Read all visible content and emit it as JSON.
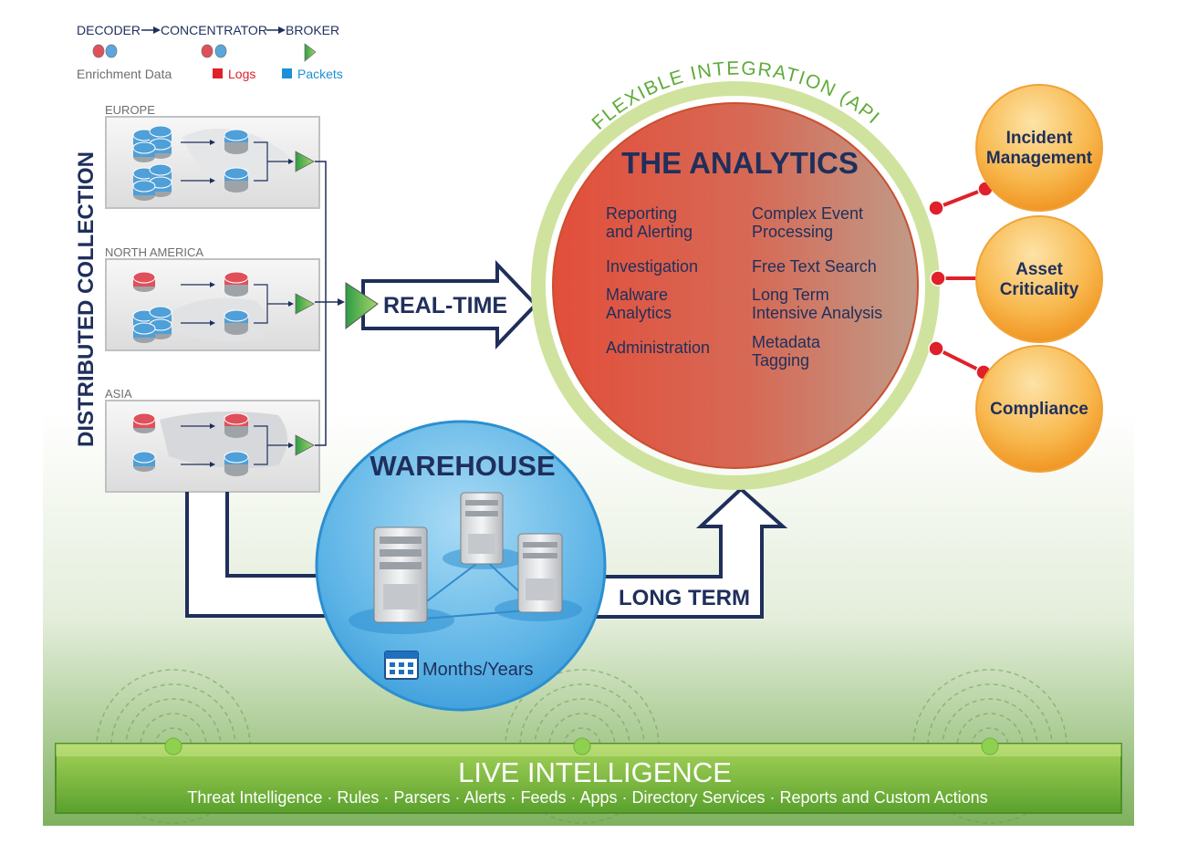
{
  "legend": {
    "decoder": "DECODER",
    "concentrator": "CONCENTRATOR",
    "broker": "BROKER",
    "enrichment": "Enrichment Data",
    "logs": "Logs",
    "packets": "Packets"
  },
  "collection": {
    "vertical_title": "DISTRIBUTED COLLECTION",
    "regions": [
      "EUROPE",
      "NORTH AMERICA",
      "ASIA"
    ]
  },
  "realtime": "REAL-TIME",
  "api_label": "FLEXIBLE INTEGRATION (API)",
  "analytics": {
    "title": "THE ANALYTICS",
    "left": [
      [
        "Reporting",
        "and Alerting"
      ],
      [
        "Investigation"
      ],
      [
        "Malware",
        "Analytics"
      ],
      [
        "Administration"
      ]
    ],
    "right": [
      [
        "Complex Event",
        "Processing"
      ],
      [
        "Free Text Search"
      ],
      [
        "Long Term",
        "Intensive Analysis"
      ],
      [
        "Metadata",
        "Tagging"
      ]
    ]
  },
  "integrations": [
    [
      "Incident",
      "Management"
    ],
    [
      "Asset",
      "Criticality"
    ],
    [
      "Compliance"
    ]
  ],
  "warehouse": {
    "title": "WAREHOUSE",
    "caption": "Months/Years"
  },
  "long_term": "LONG TERM",
  "live": {
    "title": "LIVE INTELLIGENCE",
    "items": "Threat Intelligence · Rules · Parsers · Alerts · Feeds · Apps · Directory Services · Reports and Custom Actions"
  },
  "colors": {
    "navy": "#1f2f5c",
    "green": "#6cb33e",
    "red_accent": "#e0202a",
    "blue_accent": "#1f8fd6",
    "orange": "#f6a531"
  }
}
